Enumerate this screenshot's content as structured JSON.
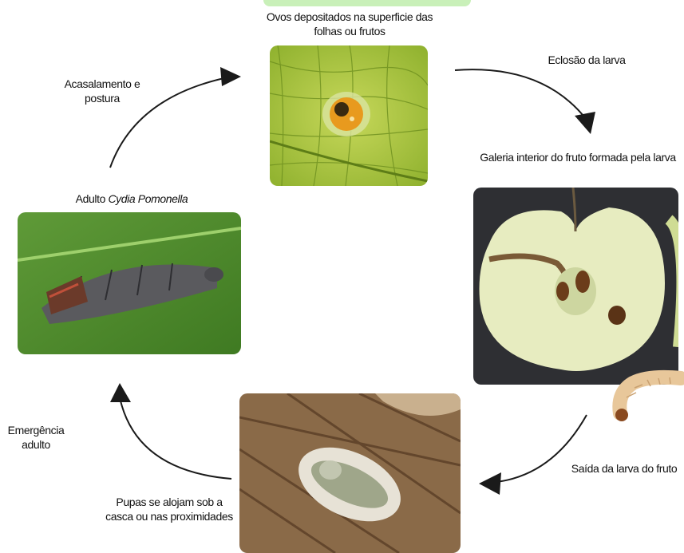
{
  "stages": {
    "eggs": "Ovos depositados na superficie das folhas ou frutos",
    "hatch": "Eclosão da larva",
    "gallery": "Galeria interior do fruto formada pela larva",
    "exit": "Saída da larva do fruto",
    "pupae": "Pupas se alojam sob a casca ou nas proximidades",
    "emergence": "Emergência adulto",
    "adult_prefix": "Adulto",
    "adult_species": "Cydia Pomonella",
    "mating": "Acasalamento e postura"
  },
  "colors": {
    "arrow": "#1a1a1a",
    "leaf": "#9cc23a",
    "accent_top": "#c9f0b9"
  }
}
